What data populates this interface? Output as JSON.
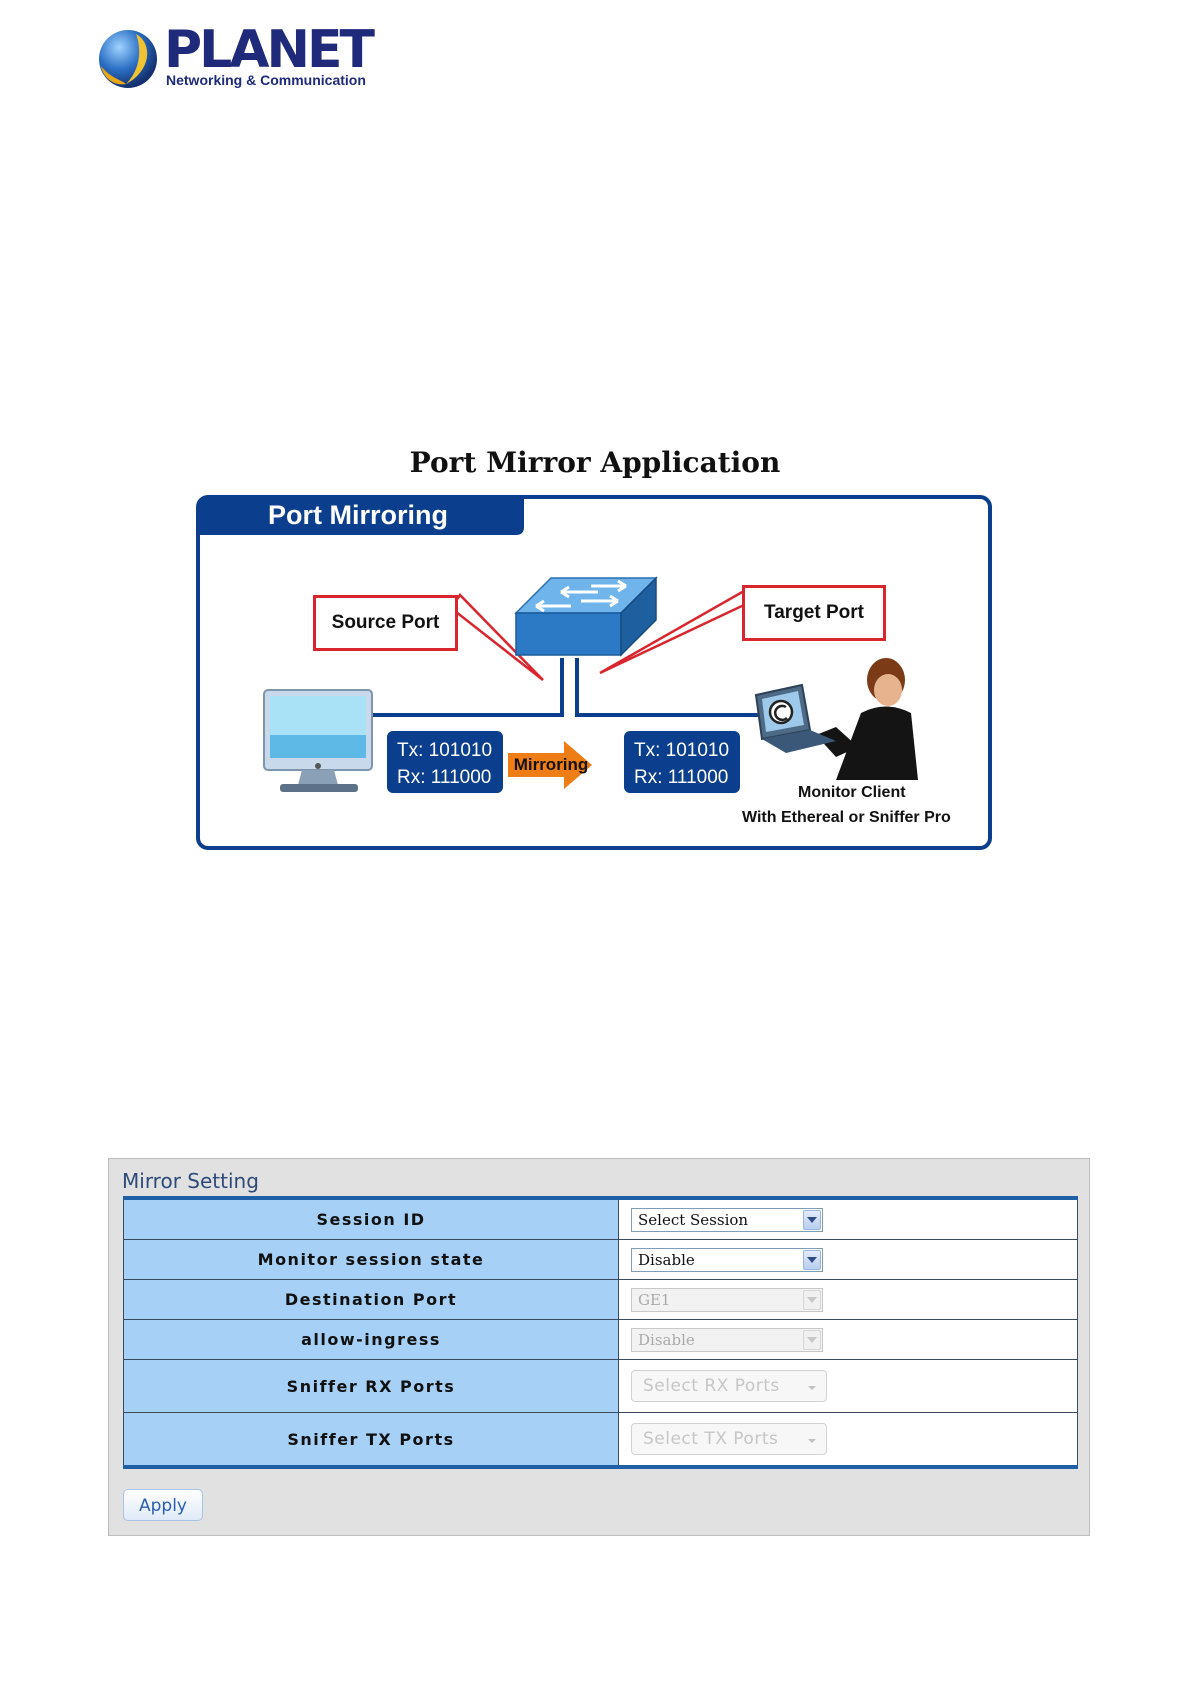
{
  "logo": {
    "wordmark": "PLANET",
    "tagline": "Networking & Communication"
  },
  "figure": {
    "title": "Port Mirror Application",
    "panel_title": "Port Mirroring",
    "source_port_label": "Source Port",
    "target_port_label": "Target Port",
    "source_data": {
      "tx": "Tx: 101010",
      "rx": "Rx: 111000"
    },
    "mirror_label": "Mirroring",
    "target_data": {
      "tx": "Tx: 101010",
      "rx": "Rx: 111000"
    },
    "client_caption_1": "Monitor Client",
    "client_caption_2": "With Ethereal or Sniffer Pro"
  },
  "mirror_setting": {
    "title": "Mirror Setting",
    "rows": [
      {
        "label": "Session ID",
        "value": "Select Session",
        "enabled": true
      },
      {
        "label": "Monitor session state",
        "value": "Disable",
        "enabled": true
      },
      {
        "label": "Destination Port",
        "value": "GE1",
        "enabled": false
      },
      {
        "label": "allow-ingress",
        "value": "Disable",
        "enabled": false
      },
      {
        "label": "Sniffer RX Ports",
        "value": "Select RX Ports",
        "enabled": false
      },
      {
        "label": "Sniffer TX Ports",
        "value": "Select TX Ports",
        "enabled": false
      }
    ],
    "apply_label": "Apply"
  },
  "colors": {
    "brand_blue": "#1f2a7a",
    "panel_blue": "#0b3e8c",
    "label_red": "#d9262e",
    "arrow_orange": "#ee7d16",
    "table_header_blue": "#a6d0f5",
    "table_border_blue": "#1e5fa6"
  },
  "icons": [
    "planet-globe-icon",
    "network-switch-icon",
    "desktop-computer-icon",
    "mirror-arrow-icon",
    "monitor-client-icon"
  ]
}
